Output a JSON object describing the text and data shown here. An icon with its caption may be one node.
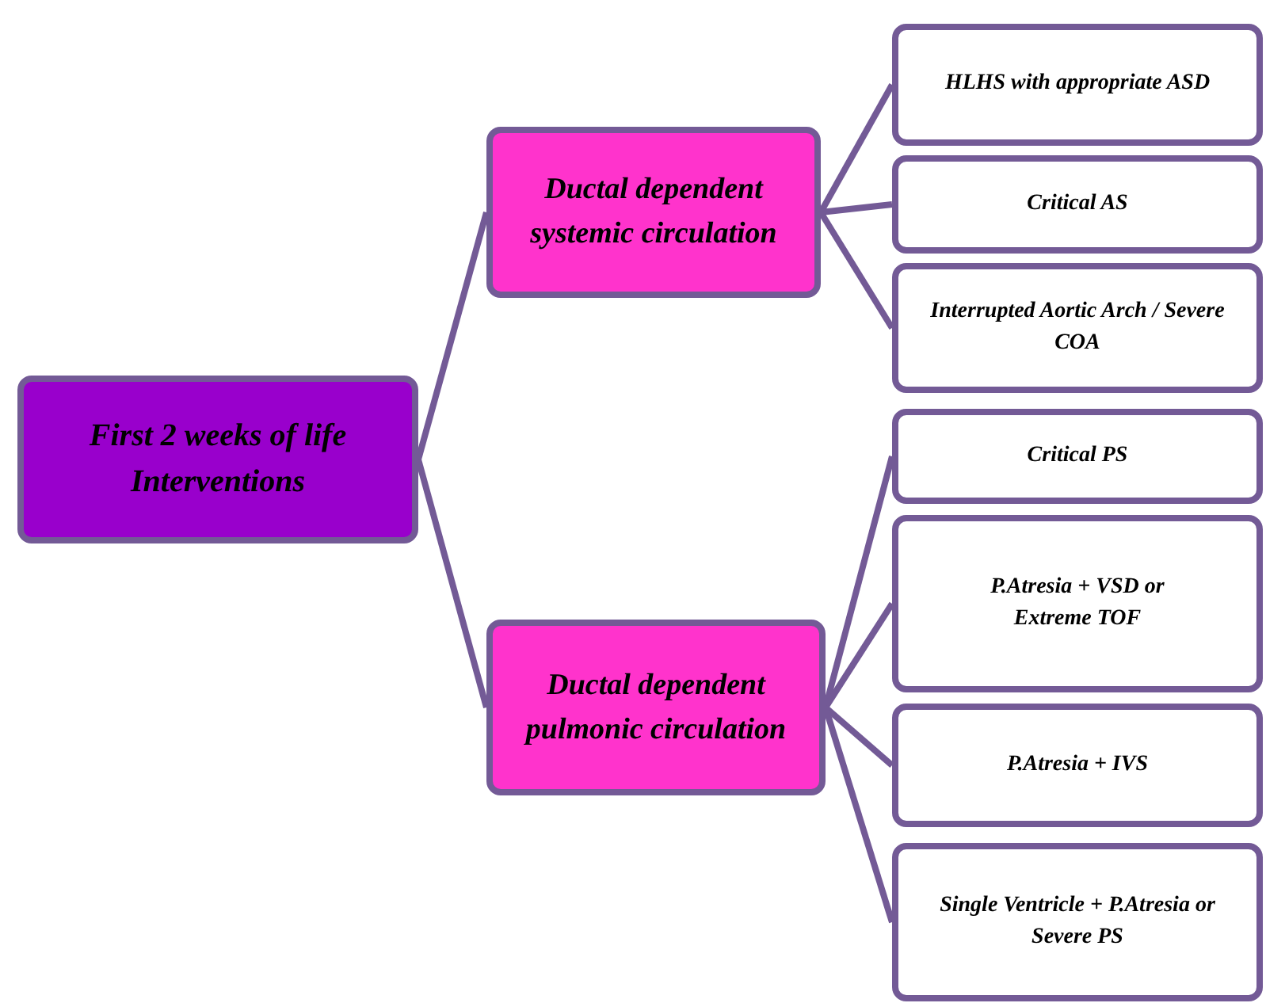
{
  "diagram": {
    "nodes": [
      {
        "text": [
          "First 2 weeks of life Interventions"
        ]
      },
      {
        "text": [
          "Ductal dependent systemic circulation"
        ]
      },
      {
        "text": [
          "Ductal dependent pulmonic circulation"
        ]
      },
      {
        "text": [
          "HLHS with appropriate ASD"
        ]
      },
      {
        "text": [
          "Critical AS"
        ]
      },
      {
        "text": [
          "Interrupted Aortic Arch / Severe COA"
        ]
      },
      {
        "text": [
          "Critical PS"
        ]
      },
      {
        "text": [
          "P.Atresia + VSD or Extreme TOF"
        ]
      },
      {
        "text": [
          "P.Atresia + IVS"
        ]
      },
      {
        "text": [
          "Single Ventricle + P.Atresia or Severe PS"
        ]
      }
    ],
    "edges": [
      {
        "from": 0,
        "to": 1,
        "arrow": "none"
      },
      {
        "from": 0,
        "to": 2,
        "arrow": "none"
      },
      {
        "from": 1,
        "to": 3,
        "arrow": "none"
      },
      {
        "from": 1,
        "to": 4,
        "arrow": "none"
      },
      {
        "from": 1,
        "to": 5,
        "arrow": "none"
      },
      {
        "from": 2,
        "to": 6,
        "arrow": "none"
      },
      {
        "from": 2,
        "to": 7,
        "arrow": "none"
      },
      {
        "from": 2,
        "to": 8,
        "arrow": "none"
      },
      {
        "from": 2,
        "to": 9,
        "arrow": "none"
      }
    ]
  }
}
